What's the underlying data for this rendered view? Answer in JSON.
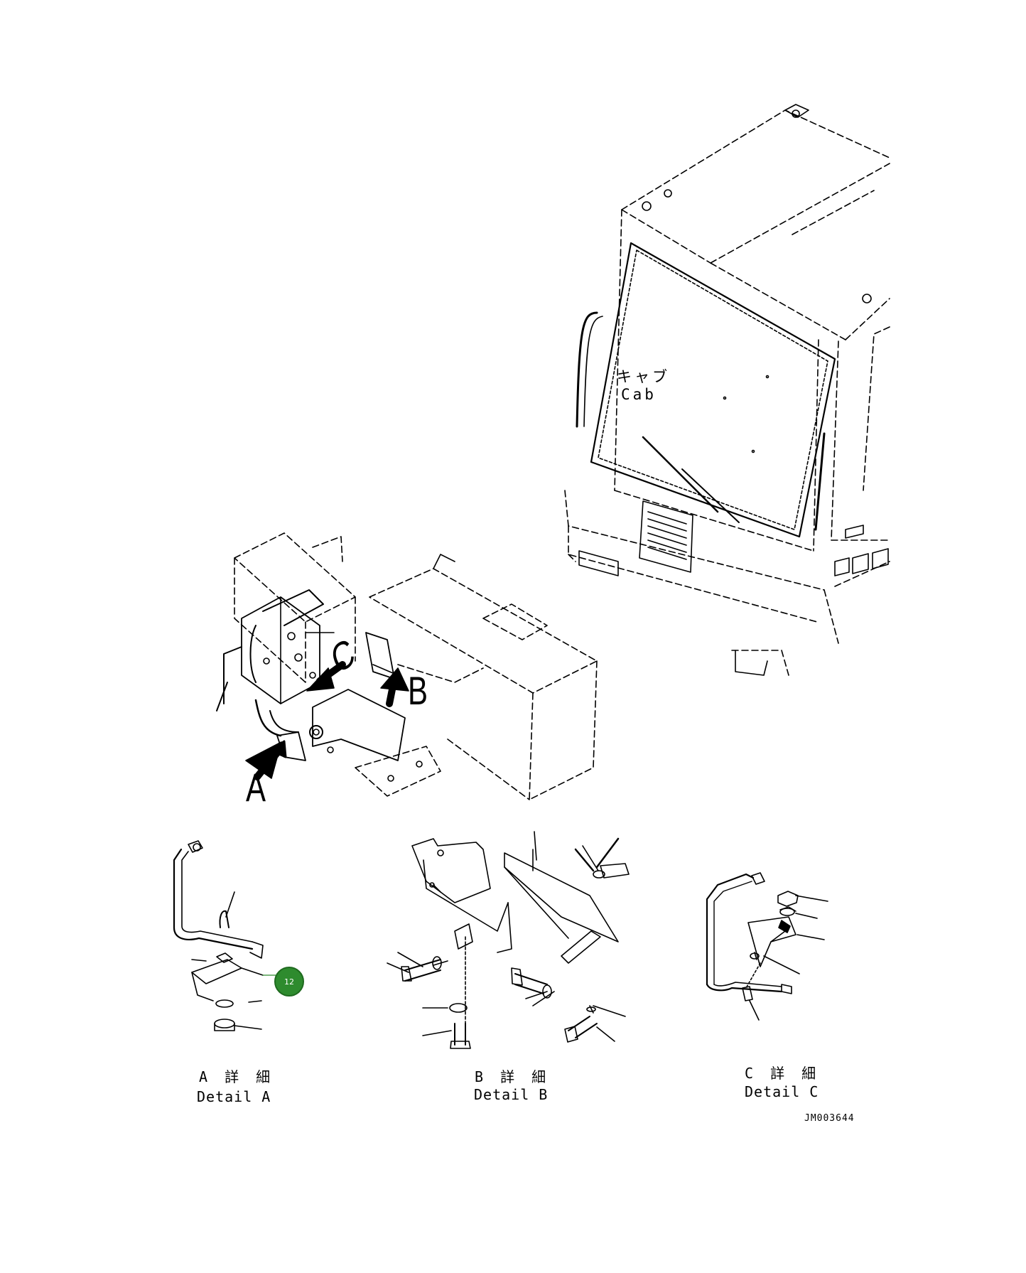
{
  "labels": {
    "cab_jp": "キャブ",
    "cab_en": "Cab",
    "arrow_a": "A",
    "arrow_b": "B",
    "arrow_c": "C",
    "detail_a_jp": "A 詳 細",
    "detail_a_en": "Detail A",
    "detail_b_jp": "B 詳 細",
    "detail_b_en": "Detail B",
    "detail_c_jp": "C 詳 細",
    "detail_c_en": "Detail C",
    "drawing_code": "JM003644"
  },
  "callout": {
    "number": "12",
    "color": "#2e8b2e"
  },
  "colors": {
    "line": "#000000",
    "background": "#ffffff"
  }
}
